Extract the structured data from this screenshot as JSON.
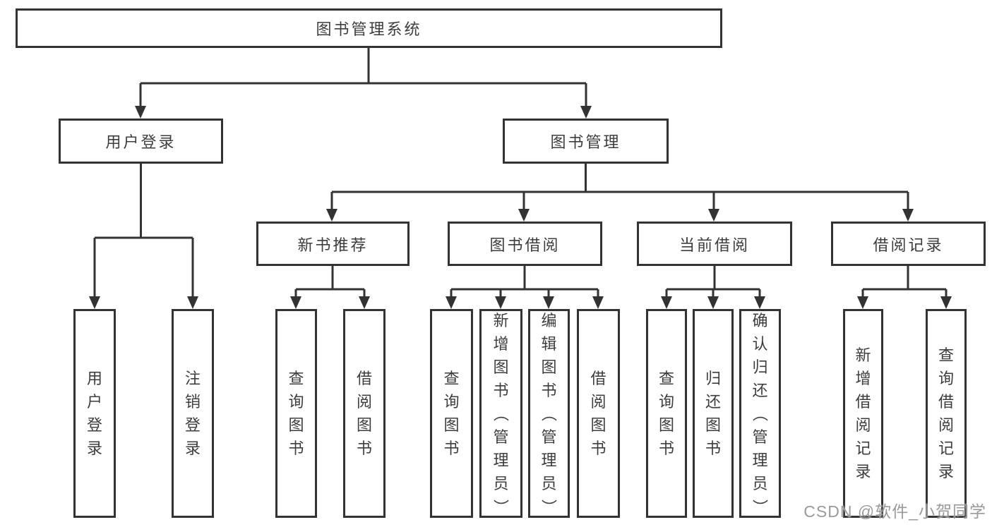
{
  "root": {
    "label": "图书管理系统"
  },
  "branches": [
    {
      "label": "用户登录",
      "children": [
        {
          "label": "用户登录"
        },
        {
          "label": "注销登录"
        }
      ]
    },
    {
      "label": "图书管理",
      "children": [
        {
          "label": "新书推荐",
          "children": [
            {
              "label": "查询图书"
            },
            {
              "label": "借阅图书"
            }
          ]
        },
        {
          "label": "图书借阅",
          "children": [
            {
              "label": "查询图书"
            },
            {
              "label": "新增图书（管理员）"
            },
            {
              "label": "编辑图书（管理员）"
            },
            {
              "label": "借阅图书"
            }
          ]
        },
        {
          "label": "当前借阅",
          "children": [
            {
              "label": "查询图书"
            },
            {
              "label": "归还图书"
            },
            {
              "label": "确认归还（管理员）"
            }
          ]
        },
        {
          "label": "借阅记录",
          "children": [
            {
              "label": "新增借阅记录"
            },
            {
              "label": "查询借阅记录"
            }
          ]
        }
      ]
    }
  ],
  "watermark": "CSDN @软件_小贺同学",
  "colors": {
    "line": "#333333",
    "text": "#3d3d3d",
    "watermark": "#919191",
    "background": "#ffffff"
  }
}
